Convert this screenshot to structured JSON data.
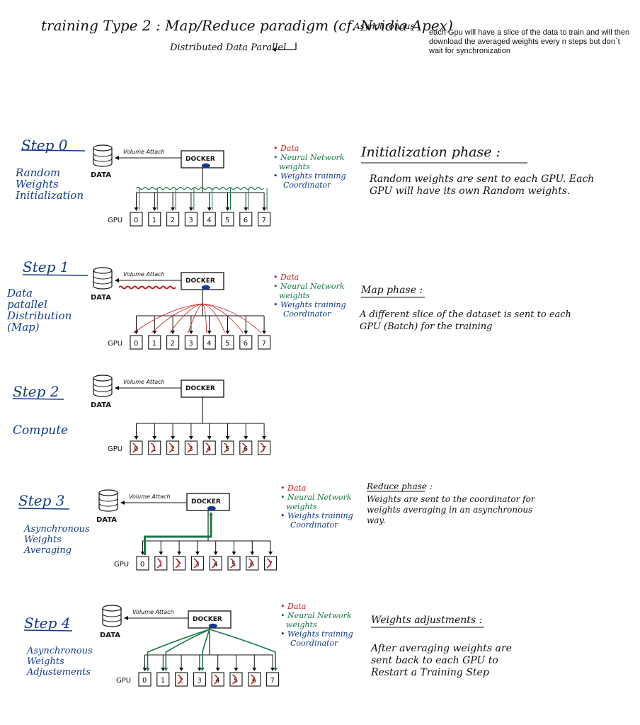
{
  "header": {
    "title": "training Type 2 : Map/Reduce paradigm (cf. Nvidia Apex)",
    "subtitle": "Distributed Data Parallel",
    "async_label": "Asynchronous",
    "note": "each Gpu will have a slice of the data to train and will then download the averaged weights every n steps but don`t wait for synchronization"
  },
  "labels": {
    "data": "DATA",
    "volume_attach": "Volume Attach",
    "docker": "DOCKER",
    "gpu": "GPU",
    "gpu_ids": [
      "0",
      "1",
      "2",
      "3",
      "4",
      "5",
      "6",
      "7"
    ]
  },
  "legend": {
    "data": "Data",
    "neural_network": "Neural Network",
    "weights": "weights",
    "coordinator_line1": "Weights training",
    "coordinator_line2": "Coordinator"
  },
  "colors": {
    "data": "#cc1a1a",
    "weights": "#167a45",
    "coordinator": "#123a8a",
    "ink": "#111111"
  },
  "steps": [
    {
      "label": "Step 0",
      "description": "Random\nWeights\nInitialization",
      "phase_title": "Initialization phase :",
      "phase_text": "Random weights are sent to each GPU. Each GPU will have its own Random weights."
    },
    {
      "label": "Step 1",
      "description": "Data\npatallel\nDistribution\n(Map)",
      "phase_title": "Map phase :",
      "phase_text": "A different slice of the dataset is sent to each GPU (Batch) for the training"
    },
    {
      "label": "Step 2",
      "description": "Compute",
      "phase_title": "",
      "phase_text": ""
    },
    {
      "label": "Step 3",
      "description": "Asynchronous\nWeights\nAveraging",
      "phase_title": "Reduce phase :",
      "phase_text": "Weights are sent to the coordinator for weights averaging in an asynchronous way."
    },
    {
      "label": "Step 4",
      "description": "Asynchronous\nWeights\nAdjustements",
      "phase_title": "Weights adjustments :",
      "phase_text": "After averaging weights are sent back to each GPU to Restart a Training Step"
    }
  ]
}
